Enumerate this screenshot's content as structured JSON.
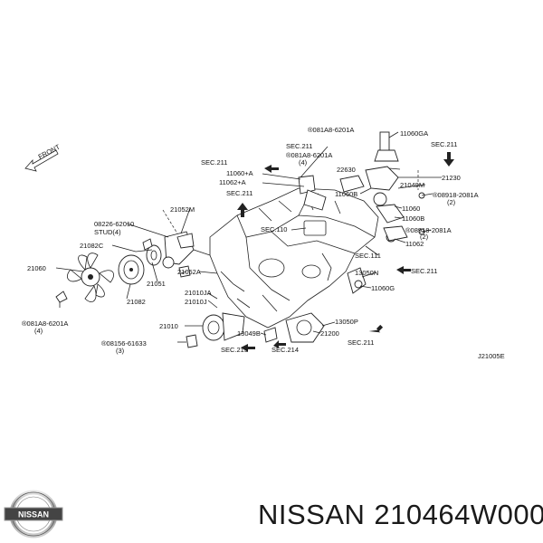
{
  "diagram": {
    "direction_label": "FRONT",
    "drawing_code": "J21005E",
    "labels": {
      "sec211_top": "SEC.211",
      "bolt_top_a": "®081A8-6201A",
      "bolt_top_a_qty": "(4)",
      "sec211_left_a": "SEC.211",
      "p11060A": "11060+A",
      "p11062A": "11062+A",
      "sec211_left_b": "SEC.211",
      "p11060GA": "11060GA",
      "sec211_right_top": "SEC.211",
      "p22630": "22630",
      "p21230": "21230",
      "p21049M": "21049M",
      "p11060B": "11060B",
      "bolt_n1": "®08918-2081A",
      "bolt_n1_qty": "(2)",
      "p11060": "11060",
      "p11060B2": "11060B",
      "bolt_n2": "®08918-2081A",
      "bolt_n2_qty": "(2)",
      "p11062": "11062",
      "sec110": "SEC.110",
      "sec111": "SEC.111",
      "p13050N": "13050N",
      "sec211_right_mid": "SEC.211",
      "p11060G": "11060G",
      "p08226": "08226-62010",
      "stud": "STUD(4)",
      "p21052M": "21052M",
      "p21082C": "21082C",
      "p21060": "21060",
      "p21051": "21051",
      "p21052A": "21052A",
      "p21082": "21082",
      "p21010JA": "21010JA",
      "p21010J": "21010J",
      "bolt_b1": "®081A8-6201A",
      "bolt_b1_qty": "(4)",
      "p21010": "21010",
      "p13050P": "13050P",
      "bolt_b2": "®08156-61633",
      "bolt_b2_qty": "(3)",
      "p13049B": "13049B",
      "p21200": "21200",
      "sec211_bottom": "SEC.211",
      "sec213": "SEC.213",
      "sec214": "SEC.214"
    }
  },
  "footer": {
    "logo_text": "NISSAN",
    "brand": "NISSAN",
    "part_number": "210464W000"
  }
}
